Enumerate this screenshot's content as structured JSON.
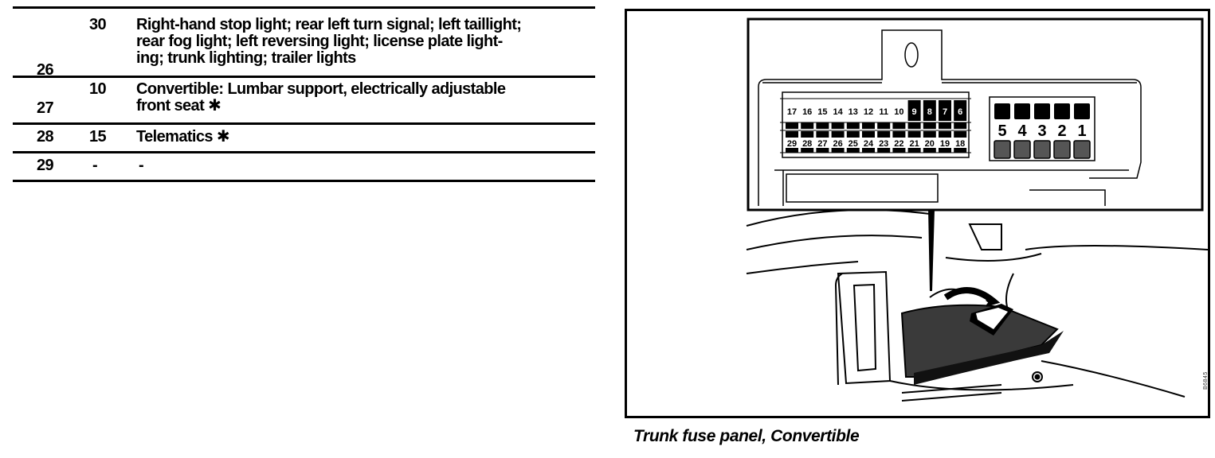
{
  "table": {
    "rows": [
      {
        "fuse": "26",
        "amps": "30",
        "desc_lines": [
          "Right-hand stop light; rear left turn signal; left taillight;",
          "rear fog light; left reversing light; license plate light-",
          "ing; trunk lighting; trailer lights"
        ]
      },
      {
        "fuse": "27",
        "amps": "10",
        "desc_bold_prefix": "Convertible:",
        "desc_line1_rest": " Lumbar support, electrically adjustable",
        "desc_line2": "front seat ✱"
      },
      {
        "fuse": "28",
        "amps": "15",
        "desc": "Telematics ✱"
      },
      {
        "fuse": "29",
        "amps": "-",
        "desc": "-"
      }
    ]
  },
  "figure": {
    "top_row_fuses": [
      "17",
      "16",
      "15",
      "14",
      "13",
      "12",
      "11",
      "10",
      "9",
      "8",
      "7",
      "6"
    ],
    "bottom_row_fuses": [
      "29",
      "28",
      "27",
      "26",
      "25",
      "24",
      "23",
      "22",
      "21",
      "20",
      "19",
      "18"
    ],
    "maxi_fuses": [
      "5",
      "4",
      "3",
      "2",
      "1"
    ],
    "code": "B6845"
  },
  "caption": "Trunk fuse panel, Convertible"
}
